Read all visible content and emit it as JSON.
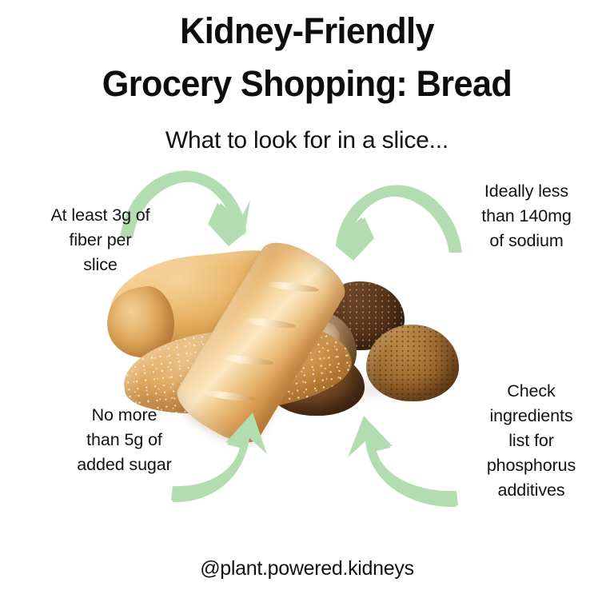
{
  "page": {
    "background_color": "#ffffff",
    "accent_color": "#b3ddb0",
    "text_color": "#121212"
  },
  "header": {
    "title_line1": "Kidney-Friendly",
    "title_line2": "Grocery Shopping: Bread",
    "subtitle": "What to look for in a slice..."
  },
  "callouts": [
    {
      "id": "fiber",
      "lines": [
        "At least 3g of",
        "fiber per",
        "slice"
      ]
    },
    {
      "id": "sodium",
      "lines": [
        "Ideally less",
        "than 140mg",
        "of sodium"
      ]
    },
    {
      "id": "sugar",
      "lines": [
        "No more",
        "than 5g of",
        "added sugar"
      ]
    },
    {
      "id": "phosphorus",
      "lines": [
        "Check",
        "ingredients",
        "list for",
        "phosphorus",
        "additives"
      ]
    }
  ],
  "arrows": [
    {
      "id": "top-left",
      "icon": "curved-arrow-down-right-icon",
      "color": "#b3ddb0"
    },
    {
      "id": "top-right",
      "icon": "curved-arrow-down-left-icon",
      "color": "#b3ddb0"
    },
    {
      "id": "bottom-left",
      "icon": "curved-arrow-up-right-icon",
      "color": "#b3ddb0"
    },
    {
      "id": "bottom-right",
      "icon": "curved-arrow-up-left-icon",
      "color": "#b3ddb0"
    }
  ],
  "image": {
    "name": "assorted-bread-photo",
    "description": "Assorted breads: white loaf, baguette, sesame loaf, dark rye rolls"
  },
  "footer": {
    "handle": "@plant.powered.kidneys"
  }
}
